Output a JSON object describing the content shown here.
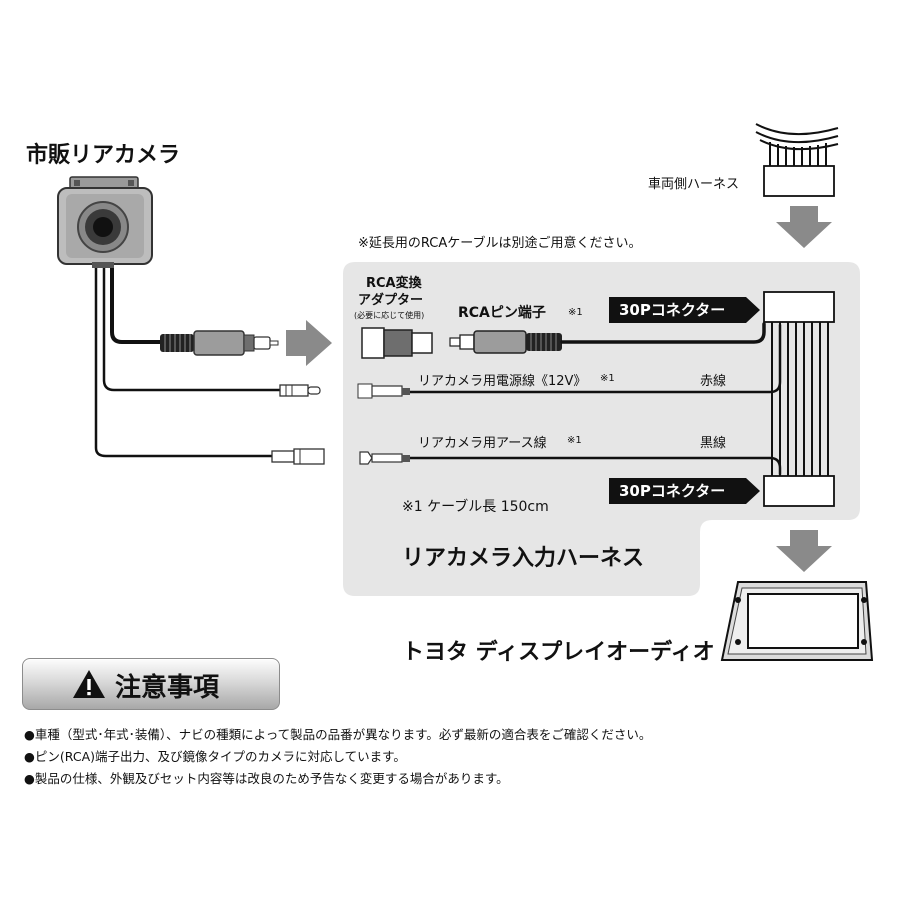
{
  "camera": {
    "title": "市販リアカメラ"
  },
  "vehicle": {
    "harness_label": "車両側ハーネス"
  },
  "panel": {
    "note": "※延長用のRCAケーブルは別途ご用意ください。",
    "adapter": {
      "line1": "RCA変換",
      "line2": "アダプター",
      "line3": "(必要に応じて使用)"
    },
    "rca_pin": "RCAピン端子",
    "mark": "※1",
    "connector_top": "30Pコネクター",
    "connector_bottom": "30Pコネクター",
    "power_wire": "リアカメラ用電源線《12V》",
    "power_color": "赤線",
    "ground_wire": "リアカメラ用アース線",
    "ground_color": "黒線",
    "cable_length": "※1 ケーブル長 150cm",
    "title": "リアカメラ入力ハーネス"
  },
  "display": {
    "label": "トヨタ ディスプレイオーディオ"
  },
  "caution": {
    "title": "注意事項",
    "notes": [
      "●車種（型式･年式･装備）、ナビの種類によって製品の品番が異なります。必ず最新の適合表をご確認ください。",
      "●ピン(RCA)端子出力、及び鏡像タイプのカメラに対応しています。",
      "●製品の仕様、外観及びセット内容等は改良のため予告なく変更する場合があります。"
    ]
  },
  "colors": {
    "panel_bg": "#e6e6e6",
    "arrow_gray": "#8a8a8a",
    "tag_bg": "#111111"
  },
  "icons": [
    "warning-icon"
  ]
}
